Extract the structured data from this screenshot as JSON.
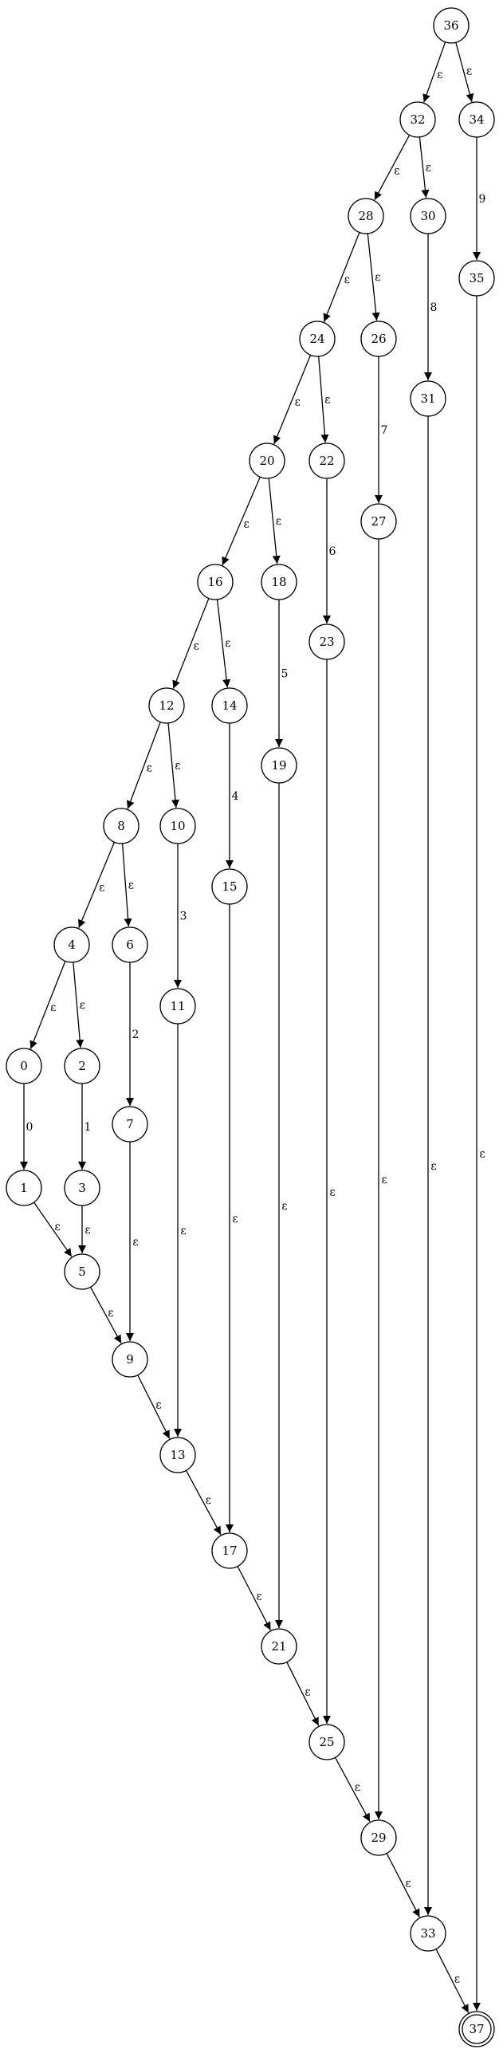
{
  "graph": {
    "nodes": [
      {
        "id": "0",
        "label": "0"
      },
      {
        "id": "1",
        "label": "1"
      },
      {
        "id": "2",
        "label": "2"
      },
      {
        "id": "3",
        "label": "3"
      },
      {
        "id": "4",
        "label": "4"
      },
      {
        "id": "5",
        "label": "5"
      },
      {
        "id": "6",
        "label": "6"
      },
      {
        "id": "7",
        "label": "7"
      },
      {
        "id": "8",
        "label": "8"
      },
      {
        "id": "9",
        "label": "9"
      },
      {
        "id": "10",
        "label": "10"
      },
      {
        "id": "11",
        "label": "11"
      },
      {
        "id": "12",
        "label": "12"
      },
      {
        "id": "13",
        "label": "13"
      },
      {
        "id": "14",
        "label": "14"
      },
      {
        "id": "15",
        "label": "15"
      },
      {
        "id": "16",
        "label": "16"
      },
      {
        "id": "17",
        "label": "17"
      },
      {
        "id": "18",
        "label": "18"
      },
      {
        "id": "19",
        "label": "19"
      },
      {
        "id": "20",
        "label": "20"
      },
      {
        "id": "21",
        "label": "21"
      },
      {
        "id": "22",
        "label": "22"
      },
      {
        "id": "23",
        "label": "23"
      },
      {
        "id": "24",
        "label": "24"
      },
      {
        "id": "25",
        "label": "25"
      },
      {
        "id": "26",
        "label": "26"
      },
      {
        "id": "27",
        "label": "27"
      },
      {
        "id": "28",
        "label": "28"
      },
      {
        "id": "29",
        "label": "29"
      },
      {
        "id": "30",
        "label": "30"
      },
      {
        "id": "31",
        "label": "31"
      },
      {
        "id": "32",
        "label": "32"
      },
      {
        "id": "33",
        "label": "33"
      },
      {
        "id": "34",
        "label": "34"
      },
      {
        "id": "35",
        "label": "35"
      },
      {
        "id": "36",
        "label": "36"
      },
      {
        "id": "37",
        "label": "37",
        "accepting": true
      }
    ],
    "edges": [
      {
        "from": "36",
        "to": "32",
        "label": "ε"
      },
      {
        "from": "36",
        "to": "34",
        "label": "ε"
      },
      {
        "from": "32",
        "to": "28",
        "label": "ε"
      },
      {
        "from": "32",
        "to": "30",
        "label": "ε"
      },
      {
        "from": "34",
        "to": "35",
        "label": "9"
      },
      {
        "from": "28",
        "to": "24",
        "label": "ε"
      },
      {
        "from": "28",
        "to": "26",
        "label": "ε"
      },
      {
        "from": "30",
        "to": "31",
        "label": "8"
      },
      {
        "from": "24",
        "to": "20",
        "label": "ε"
      },
      {
        "from": "24",
        "to": "22",
        "label": "ε"
      },
      {
        "from": "26",
        "to": "27",
        "label": "7"
      },
      {
        "from": "20",
        "to": "16",
        "label": "ε"
      },
      {
        "from": "20",
        "to": "18",
        "label": "ε"
      },
      {
        "from": "22",
        "to": "23",
        "label": "6"
      },
      {
        "from": "16",
        "to": "12",
        "label": "ε"
      },
      {
        "from": "16",
        "to": "14",
        "label": "ε"
      },
      {
        "from": "18",
        "to": "19",
        "label": "5"
      },
      {
        "from": "12",
        "to": "8",
        "label": "ε"
      },
      {
        "from": "12",
        "to": "10",
        "label": "ε"
      },
      {
        "from": "14",
        "to": "15",
        "label": "4"
      },
      {
        "from": "8",
        "to": "4",
        "label": "ε"
      },
      {
        "from": "8",
        "to": "6",
        "label": "ε"
      },
      {
        "from": "10",
        "to": "11",
        "label": "3"
      },
      {
        "from": "4",
        "to": "0",
        "label": "ε"
      },
      {
        "from": "4",
        "to": "2",
        "label": "ε"
      },
      {
        "from": "6",
        "to": "7",
        "label": "2"
      },
      {
        "from": "0",
        "to": "1",
        "label": "0"
      },
      {
        "from": "2",
        "to": "3",
        "label": "1"
      },
      {
        "from": "1",
        "to": "5",
        "label": "ε"
      },
      {
        "from": "3",
        "to": "5",
        "label": "ε"
      },
      {
        "from": "5",
        "to": "9",
        "label": "ε"
      },
      {
        "from": "7",
        "to": "9",
        "label": "ε"
      },
      {
        "from": "9",
        "to": "13",
        "label": "ε"
      },
      {
        "from": "11",
        "to": "13",
        "label": "ε"
      },
      {
        "from": "13",
        "to": "17",
        "label": "ε"
      },
      {
        "from": "15",
        "to": "17",
        "label": "ε"
      },
      {
        "from": "17",
        "to": "21",
        "label": "ε"
      },
      {
        "from": "19",
        "to": "21",
        "label": "ε"
      },
      {
        "from": "21",
        "to": "25",
        "label": "ε"
      },
      {
        "from": "23",
        "to": "25",
        "label": "ε"
      },
      {
        "from": "25",
        "to": "29",
        "label": "ε"
      },
      {
        "from": "27",
        "to": "29",
        "label": "ε"
      },
      {
        "from": "29",
        "to": "33",
        "label": "ε"
      },
      {
        "from": "31",
        "to": "33",
        "label": "ε"
      },
      {
        "from": "33",
        "to": "37",
        "label": "ε"
      },
      {
        "from": "35",
        "to": "37",
        "label": "ε"
      }
    ]
  }
}
